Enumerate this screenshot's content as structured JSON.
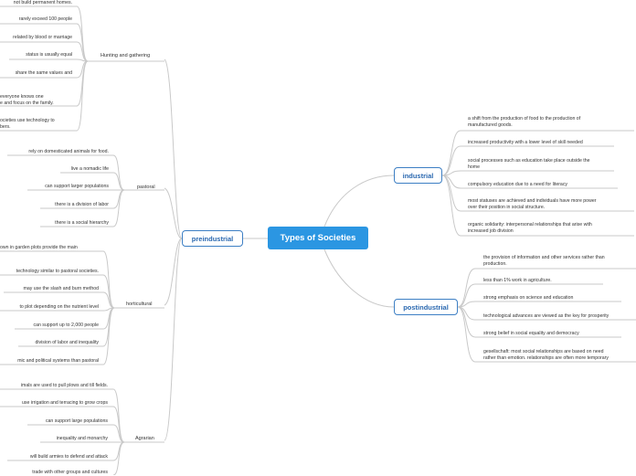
{
  "central": "Types of Societies",
  "main": {
    "preindustrial": "preindustrial",
    "industrial": "industrial",
    "postindustrial": "postindustrial"
  },
  "preindustrial": {
    "hunting": {
      "label": "Hunting and gathering",
      "items": [
        "not build permanent homes.",
        "rarely exceed 100 people",
        "related by blood or marriage",
        "status is usually equal",
        "share the same values and",
        "everyone knows one\ne and focus on the family.",
        "ocieties use technology to\nbers."
      ]
    },
    "pastoral": {
      "label": "pastoral",
      "items": [
        "rely on domesticated animals for food.",
        "live a nomadic life",
        "can support larger populations",
        "there is a division of labor",
        "there is a social hierarchy"
      ]
    },
    "horticultural": {
      "label": "horticultural",
      "items": [
        "own in garden plots provide the main",
        "technology similar to pastoral societies.",
        "may use the slash and burn method",
        "to plot depending on the nutrient level",
        "can support up to 2,000 people",
        "division of labor and inequality",
        "mic and political systems than pastoral"
      ]
    },
    "agrarian": {
      "label": "Agrarian",
      "items": [
        "imals are used to pull plows and till fields.",
        "use irrigation and terracing to grow crops",
        "can support large populations",
        "inequality and monarchy",
        "will build armies to defend and attack",
        "trade with other groups and cultures"
      ]
    }
  },
  "industrial_items": [
    "a shift from the production of food to the production of\nmanufactured goods.",
    "increased productivity with a lower level of skill needed",
    "social processes such as education take place outside the\nhome",
    "compulsory education due to a need for literacy",
    "most statuses are achieved and individuals have more power\nover their position in social structure.",
    "organic solidarity: interpersonal relationships that arise with\nincreased job division"
  ],
  "postindustrial_items": [
    "the provision of information and other services rather than\nproduction.",
    "less than 1% work in agriculture.",
    "strong emphasis on science and education",
    "technological advances are viewed as the key for prosperity",
    "strong belief in social equality and democracy",
    "gesellschaft: most social relationships are based on need\nrather than emotion. relationships are often more temporary"
  ]
}
